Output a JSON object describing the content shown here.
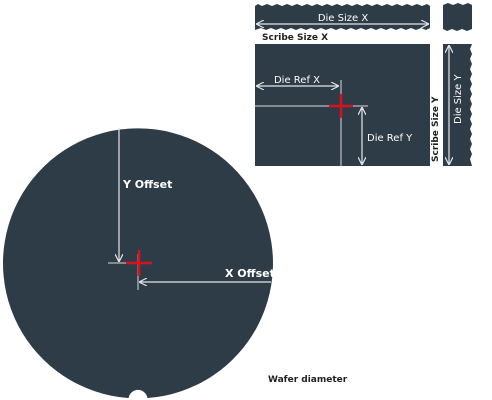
{
  "colors": {
    "die": "#2e3c48",
    "wafer": "#2e3c48",
    "marker": "#d8111a",
    "dimension_line": "#e6e6e6"
  },
  "labels": {
    "die_size_x": "Die Size X",
    "die_size_y": "Die Size Y",
    "scribe_size_x": "Scribe Size X",
    "scribe_size_y": "Scribe Size Y",
    "die_ref_x": "Die Ref X",
    "die_ref_y": "Die Ref Y",
    "y_offset": "Y Offset",
    "x_offset": "X Offset",
    "wafer_diameter": "Wafer diameter"
  },
  "icons": {
    "reference_marker": "red-crosshair-icon",
    "wafer_center_marker": "red-crosshair-icon",
    "wafer_notch": "notch-icon"
  }
}
